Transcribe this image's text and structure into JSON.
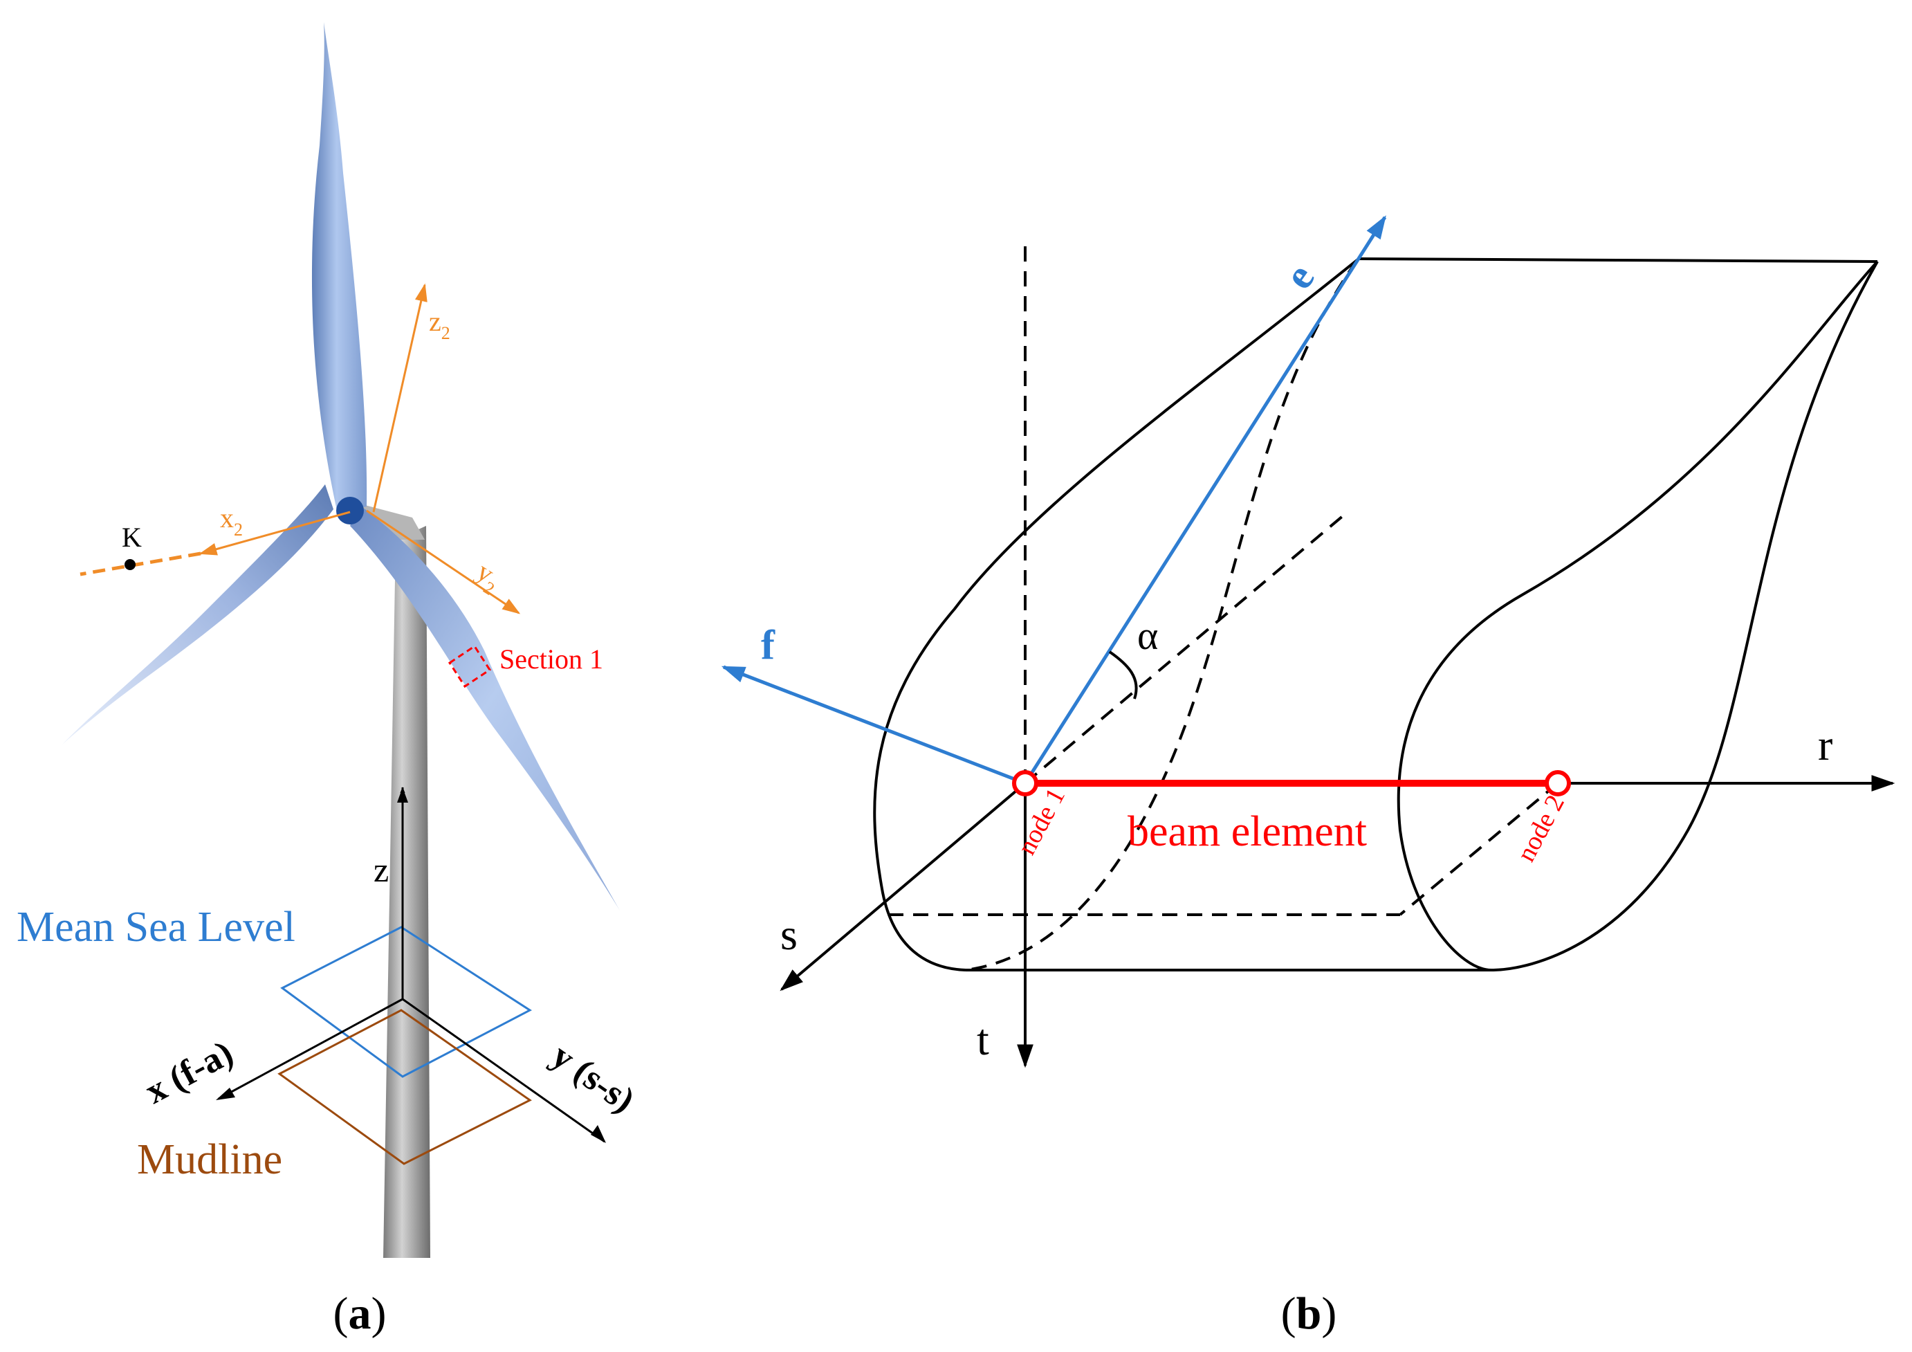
{
  "colors": {
    "black": "#000000",
    "blue": "#2E7DD1",
    "orange": "#F08C28",
    "red": "#FF0000",
    "brown": "#9C4A0E",
    "blade_light": "#C9DBF7",
    "blade_dark": "#6F8FC6",
    "tower_light": "#C9C9C9",
    "tower_dark": "#6A6A6A",
    "hub": "#1F4E9C"
  },
  "panel_a": {
    "caption": "a",
    "point_k": "K",
    "rotor_axes": {
      "x": "x",
      "x_sub": "2",
      "y": "y",
      "y_sub": "2",
      "z": "z",
      "z_sub": "2"
    },
    "section_label": "Section 1",
    "ground_axes": {
      "z": "z",
      "x": "x (f-a)",
      "y": "y (s-s)"
    },
    "msl_label": "Mean Sea Level",
    "mudline_label": "Mudline"
  },
  "panel_b": {
    "caption": "b",
    "axes": {
      "r": "r",
      "s": "s",
      "t": "t",
      "e": "e",
      "f": "f"
    },
    "angle": "α",
    "beam_label": "beam element",
    "node1": "node 1",
    "node2": "node 2"
  }
}
